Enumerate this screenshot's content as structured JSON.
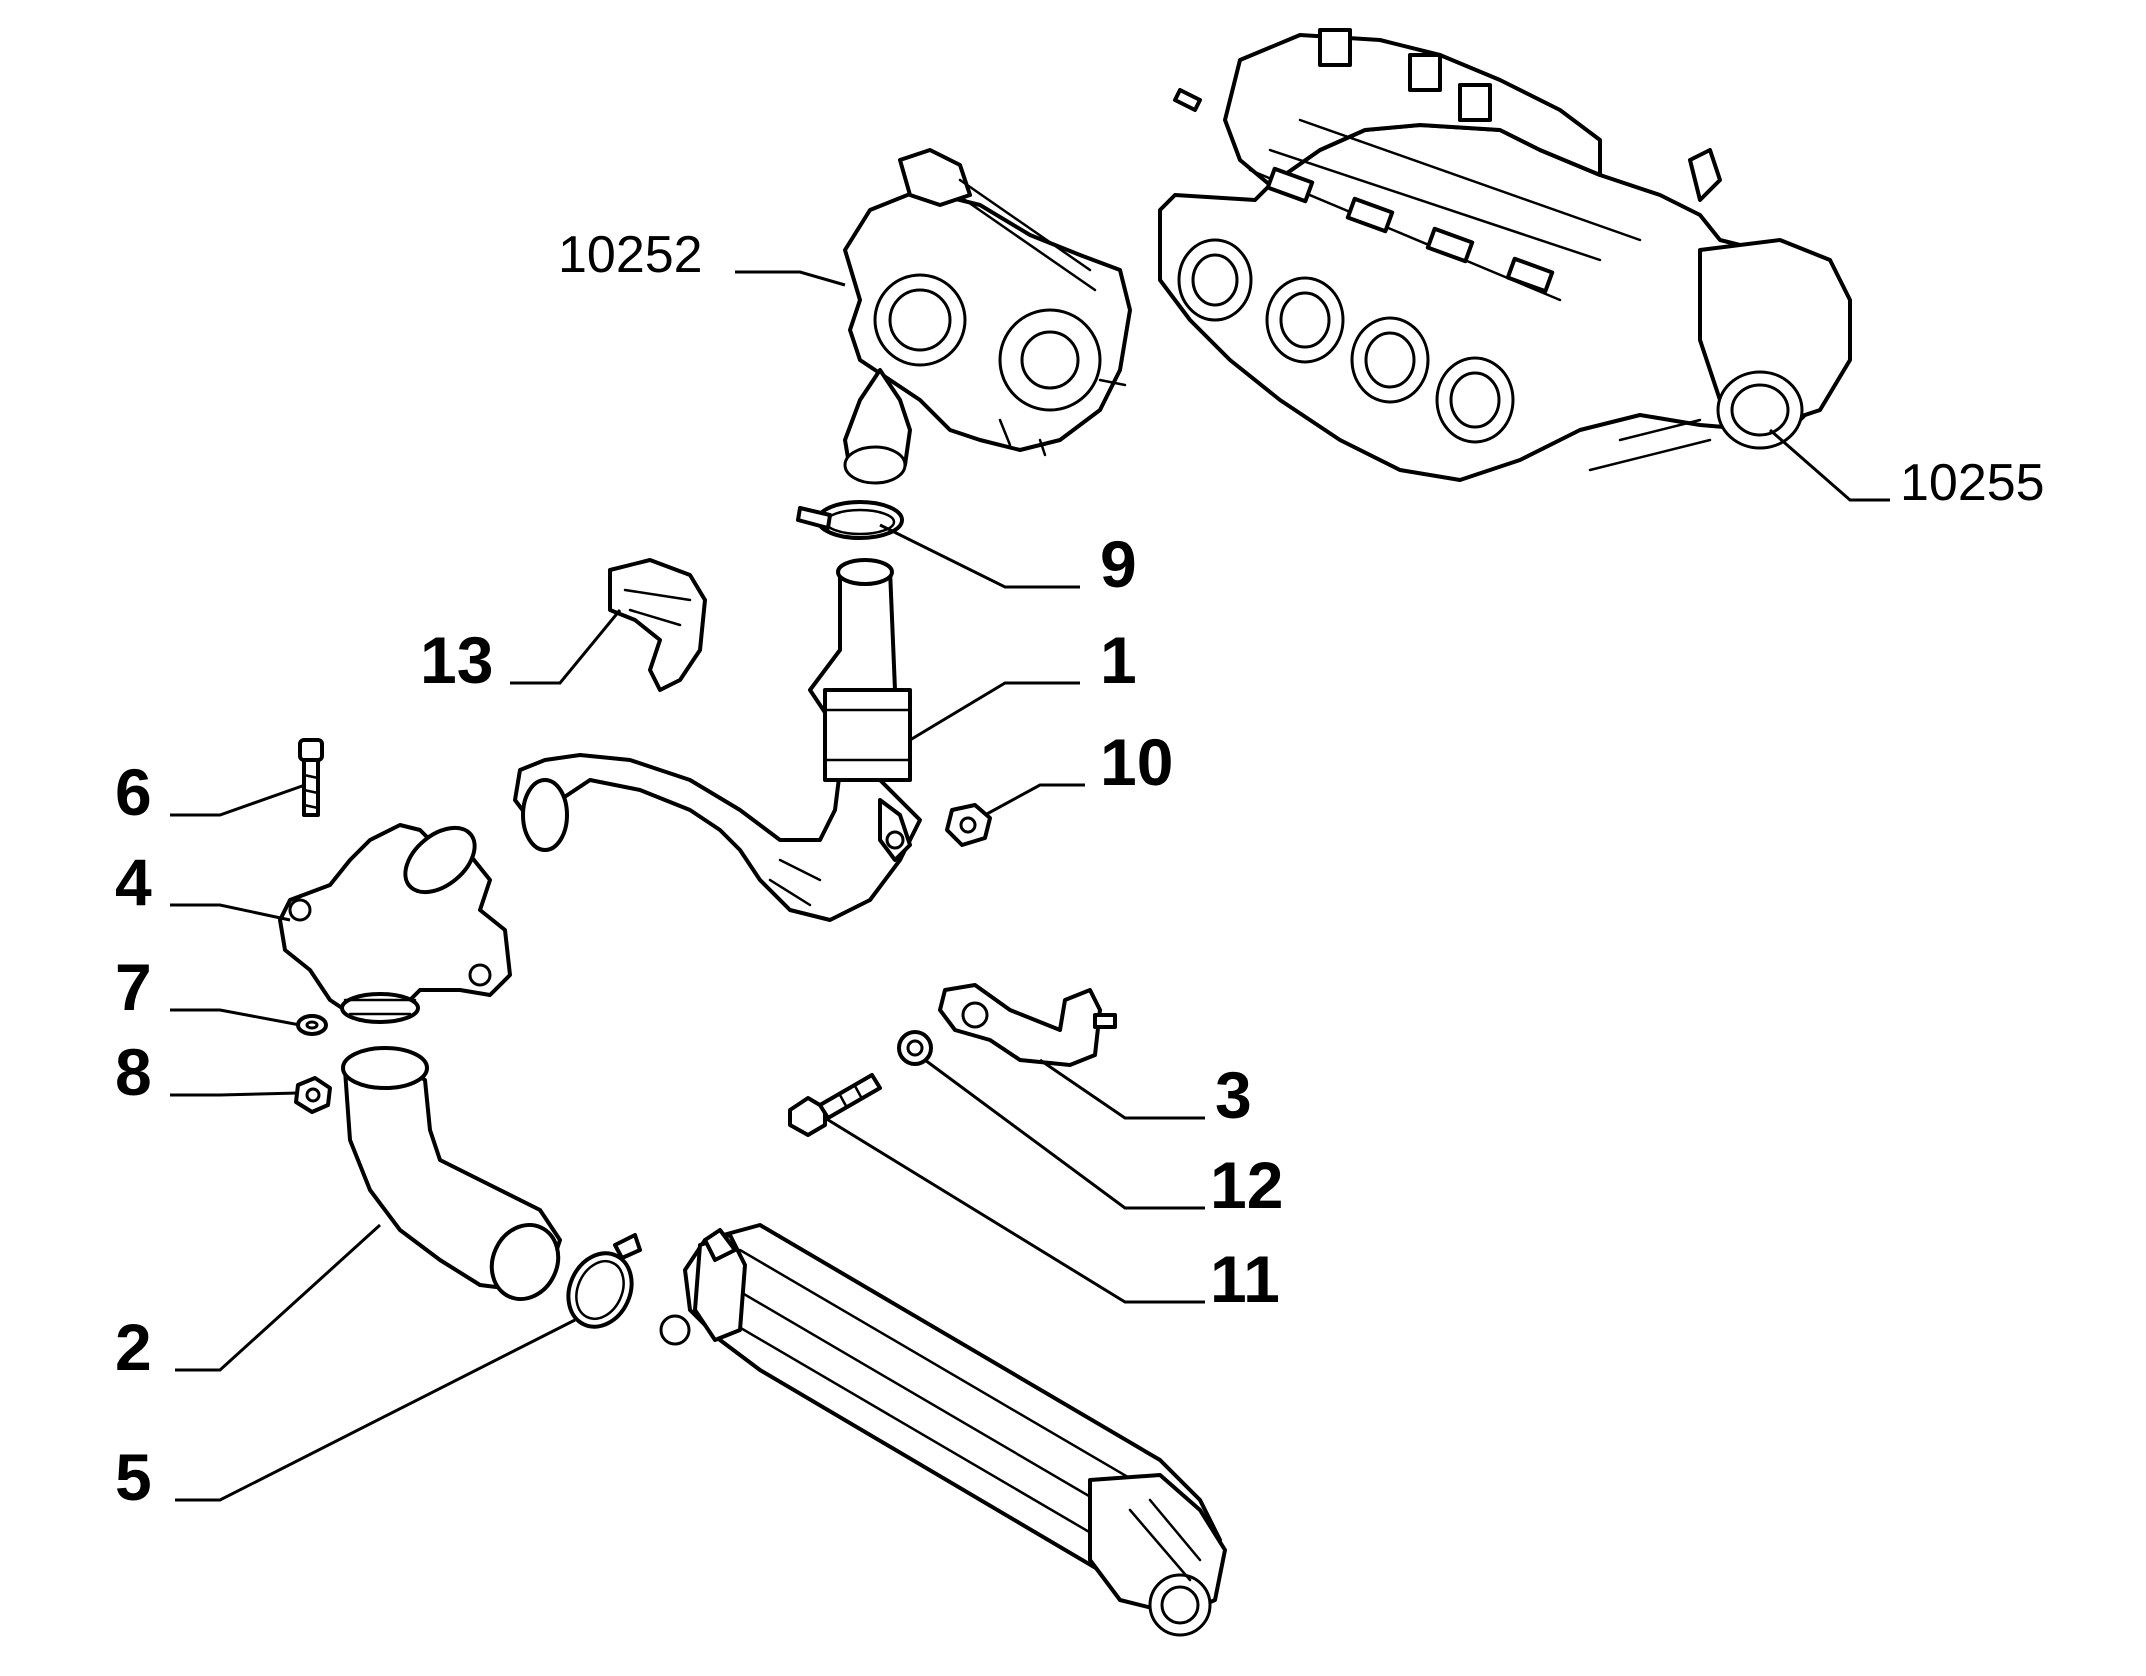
{
  "callouts": {
    "c1": "1",
    "c2": "2",
    "c3": "3",
    "c4": "4",
    "c5": "5",
    "c6": "6",
    "c7": "7",
    "c8": "8",
    "c9": "9",
    "c10": "10",
    "c11": "11",
    "c12": "12",
    "c13": "13",
    "c10252": "10252",
    "c10255": "10255"
  }
}
